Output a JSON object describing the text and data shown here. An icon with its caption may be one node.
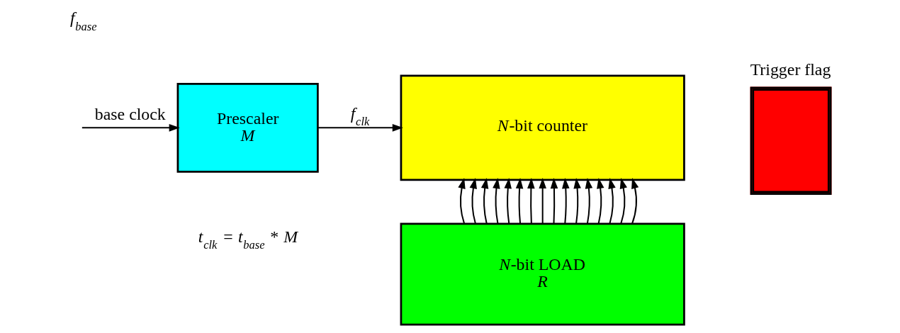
{
  "diagram": {
    "nodes": [
      {
        "text": [
          "Prescaler",
          "M"
        ],
        "beside": [
          "*t*$_{clk}$ = *t*$_{base}$ * *M*"
        ]
      },
      {
        "text": [
          "*N*-bit counter"
        ]
      },
      {
        "text": [
          "Trigger flag"
        ]
      },
      {
        "text": [
          "*N*-bit LOAD",
          "R"
        ]
      }
    ],
    "edges": [
      {
        "from": null,
        "to": 0,
        "arrow": "to",
        "label": "base clock"
      },
      {
        "from": 0,
        "to": 1,
        "arrow": "to",
        "label": "f$_{clk}$"
      },
      {
        "from": 3,
        "to": 1,
        "arrow": "to"
      },
      {
        "from": 3,
        "to": 1,
        "arrow": "to"
      },
      {
        "from": 3,
        "to": 1,
        "arrow": "to"
      },
      {
        "from": 3,
        "to": 1,
        "arrow": "to"
      },
      {
        "from": 3,
        "to": 1,
        "arrow": "to"
      },
      {
        "from": 3,
        "to": 1,
        "arrow": "to"
      },
      {
        "from": 3,
        "to": 1,
        "arrow": "to"
      },
      {
        "from": 3,
        "to": 1,
        "arrow": "to"
      },
      {
        "from": 3,
        "to": 1,
        "arrow": "to"
      },
      {
        "from": 3,
        "to": 1,
        "arrow": "to"
      },
      {
        "from": 3,
        "to": 1,
        "arrow": "to"
      },
      {
        "from": 3,
        "to": 1,
        "arrow": "to"
      },
      {
        "from": 3,
        "to": 1,
        "arrow": "to"
      },
      {
        "from": 3,
        "to": 1,
        "arrow": "to"
      },
      {
        "from": 3,
        "to": 1,
        "arrow": "to"
      },
      {
        "from": 3,
        "to": 1,
        "arrow": "to"
      }
    ],
    "labels": [
      "f$_{base}$"
    ]
  }
}
